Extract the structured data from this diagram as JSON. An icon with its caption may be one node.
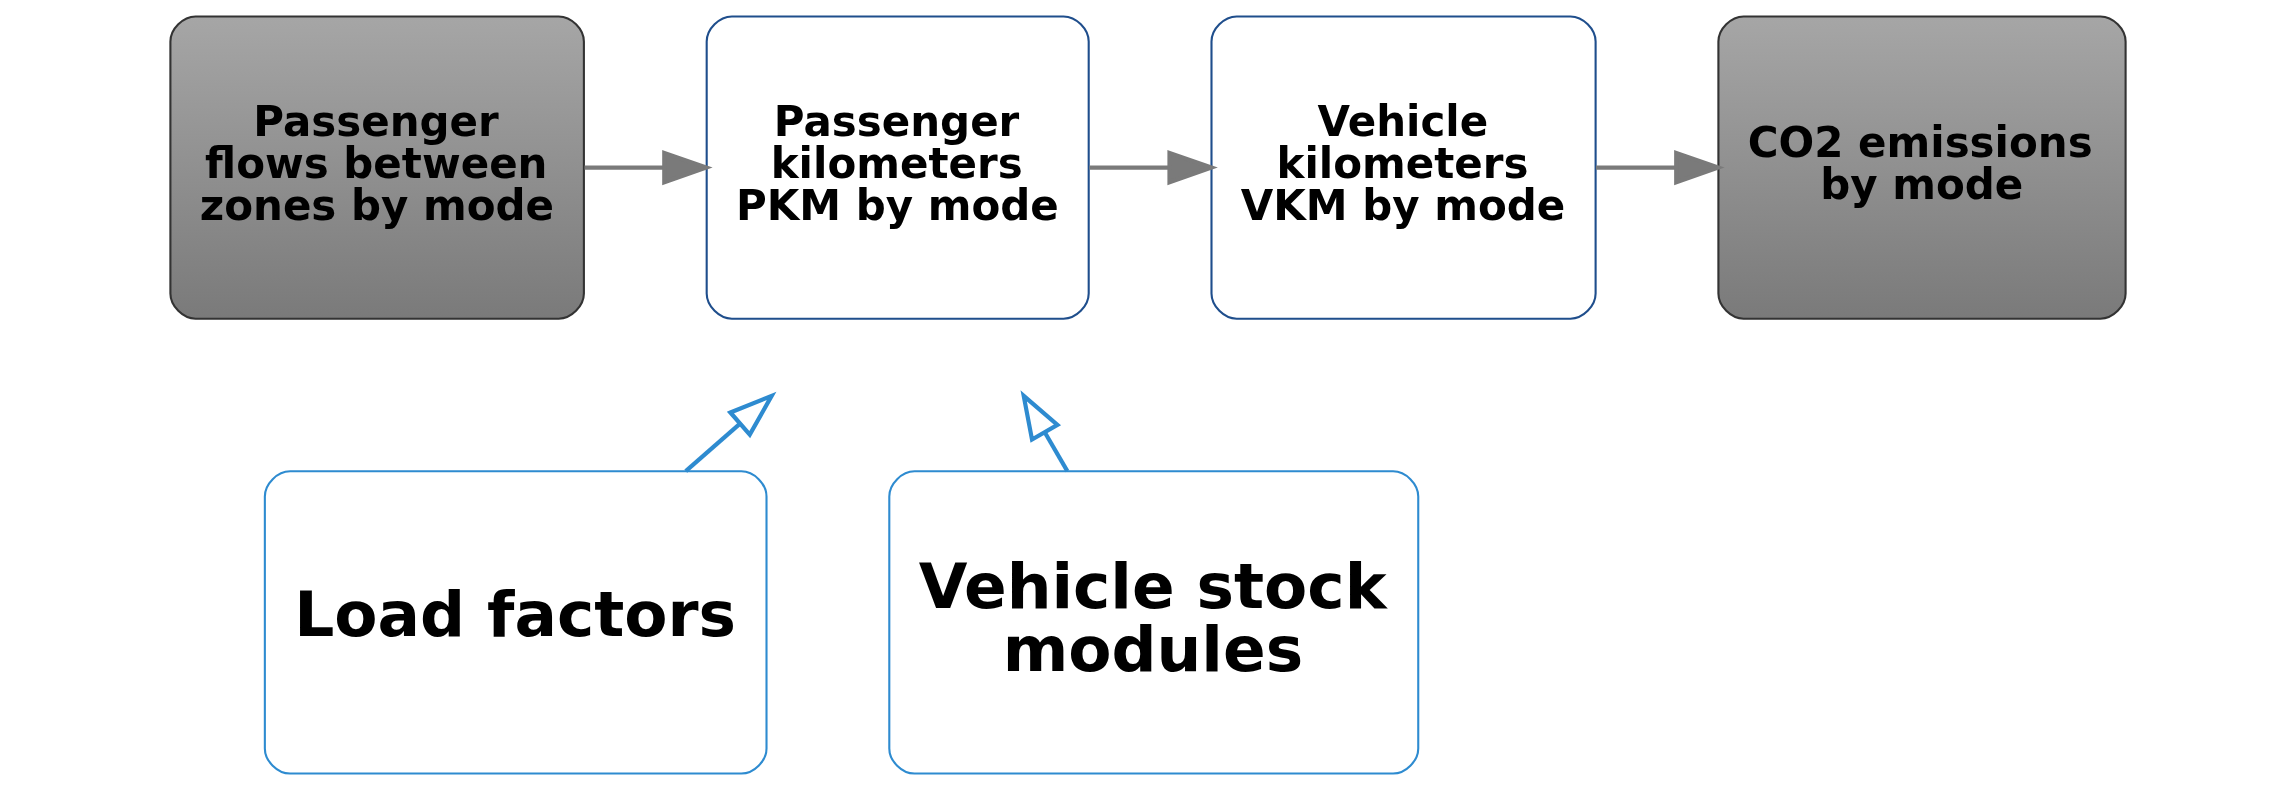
{
  "diagram": {
    "nodes": [
      {
        "text": [
          "Passenger flows between zones by mode"
        ]
      },
      {
        "text": [
          "Passenger kilometers PKM by mode"
        ]
      },
      {
        "text": [
          "Vehicle kilometers VKM by mode"
        ]
      },
      {
        "text": [
          "CO2 emissions by mode"
        ]
      },
      {
        "text": [
          "Load factors"
        ]
      },
      {
        "text": [
          "Vehicle stock modules"
        ]
      }
    ],
    "edges": [
      {
        "from": 0,
        "to": 1,
        "arrow": "to"
      },
      {
        "from": 1,
        "to": 2,
        "arrow": "to"
      },
      {
        "from": 2,
        "to": 3,
        "arrow": "to"
      },
      {
        "from": 4,
        "to": null,
        "arrow": "to",
        "color": "#2e8bd0"
      },
      {
        "from": 5,
        "to": null,
        "arrow": "to",
        "color": "#2e8bd0"
      }
    ]
  }
}
